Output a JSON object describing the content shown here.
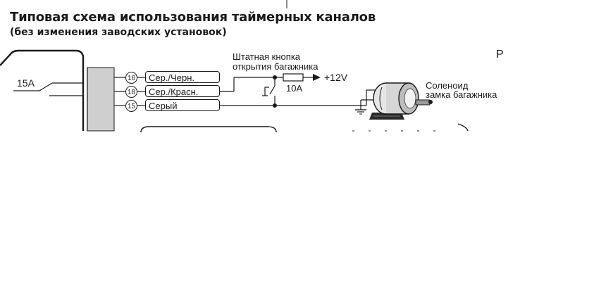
{
  "header": {
    "title": "Типовая схема использования таймерных каналов",
    "subtitle": "(без изменения заводских установок)"
  },
  "labels": {
    "fuse_main": "15A",
    "trunk_button": "Штатная кнопка\nоткрытия багажника",
    "trunk_button_line1": "Штатная кнопка",
    "trunk_button_line2": "открытия багажника",
    "fuse_10a": "10A",
    "plus12v": "+12V",
    "solenoid_line1": "Соленоид",
    "solenoid_line2": "замка багажника",
    "corner_letter": "P"
  },
  "wires": [
    {
      "pin": "16",
      "label": "Сер./Черн."
    },
    {
      "pin": "18",
      "label": "Сер./Красн."
    },
    {
      "pin": "15",
      "label": "Серый"
    }
  ]
}
